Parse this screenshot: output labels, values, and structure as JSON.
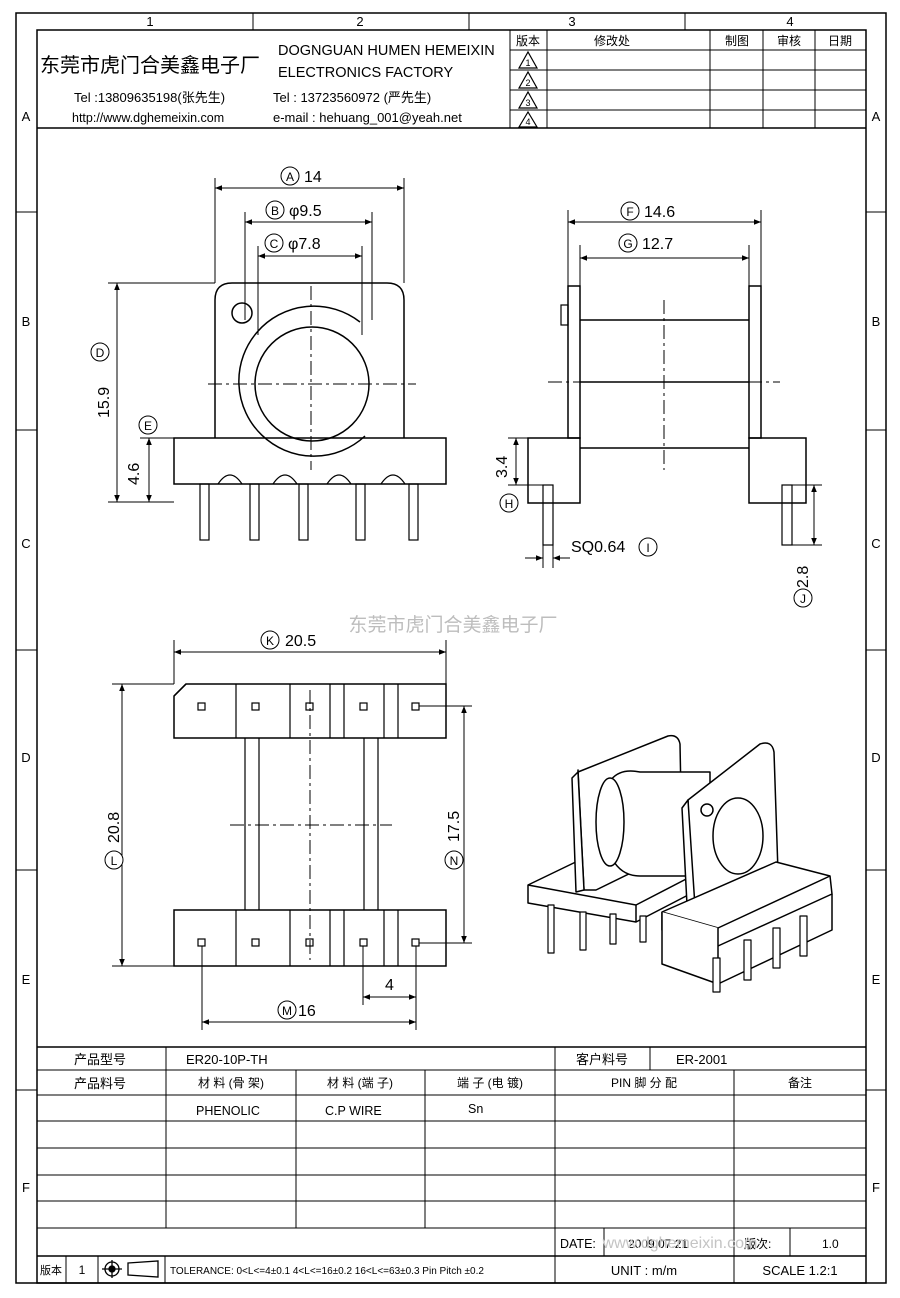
{
  "frame": {
    "col_labels": [
      "1",
      "2",
      "3",
      "4"
    ],
    "row_labels": [
      "A",
      "B",
      "C",
      "D",
      "E",
      "F"
    ]
  },
  "header": {
    "company_cn": "东莞市虎门合美鑫电子厂",
    "company_en_line1": "DOGNGUAN HUMEN HEMEIXIN",
    "company_en_line2": "ELECTRONICS FACTORY",
    "tel1": "Tel :13809635198(张先生)",
    "tel2": "Tel : 13723560972 (严先生)",
    "url": "http://www.dghemeixin.com",
    "email": "e-mail : hehuang_001@yeah.net"
  },
  "revision": {
    "col_version": "版本",
    "col_change": "修改处",
    "col_drawn": "制图",
    "col_checked": "审核",
    "col_date": "日期",
    "marks": [
      "1",
      "2",
      "3",
      "4"
    ]
  },
  "dims": {
    "A": {
      "letter": "A",
      "text": "14"
    },
    "B": {
      "letter": "B",
      "text": "φ9.5"
    },
    "C": {
      "letter": "C",
      "text": "φ7.8"
    },
    "D": {
      "letter": "D",
      "text": "15.9"
    },
    "E": {
      "letter": "E",
      "text": "4.6"
    },
    "F": {
      "letter": "F",
      "text": "14.6"
    },
    "G": {
      "letter": "G",
      "text": "12.7"
    },
    "H": {
      "letter": "H",
      "text": "3.4"
    },
    "I": {
      "letter": "I",
      "text": "SQ0.64"
    },
    "J": {
      "letter": "J",
      "text": "2.8"
    },
    "K": {
      "letter": "K",
      "text": "20.5"
    },
    "L": {
      "letter": "L",
      "text": "20.8"
    },
    "M": {
      "letter": "M",
      "text": "16"
    },
    "N": {
      "letter": "N",
      "text": "17.5"
    },
    "P": {
      "text": "4"
    }
  },
  "watermark": "东莞市虎门合美鑫电子厂",
  "table": {
    "model_label": "产品型号",
    "model_value": "ER20-10P-TH",
    "customer_no_label": "客户料号",
    "customer_no_value": "ER-2001",
    "part_no_label": "产品料号",
    "material_bobbin_label": "材 料 (骨 架)",
    "material_pin_label": "材 料 (端 子)",
    "terminal_label": "端 子 (电 镀)",
    "pin_assign_label": "PIN 脚 分 配",
    "remark_label": "备注",
    "material_bobbin_value": "PHENOLIC",
    "material_pin_value": "C.P WIRE",
    "terminal_value": "Sn",
    "date_label": "DATE:",
    "date_value": "2009.07.21",
    "ver_label": "版次:",
    "ver_value": "1.0",
    "watermark_url": "www.dghemeixin.com",
    "unit_label": "UNIT : m/m",
    "scale_label": "SCALE  1.2:1",
    "rev_label": "版本",
    "rev_value": "1",
    "tolerance": "TOLERANCE:  0<L<=4±0.1  4<L<=16±0.2  16<L<=63±0.3  Pin Pitch  ±0.2"
  }
}
